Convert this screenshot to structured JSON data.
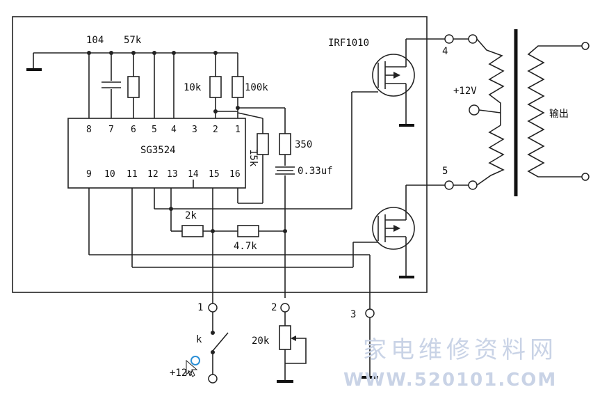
{
  "ic": {
    "name": "SG3524",
    "pins_top": [
      "8",
      "7",
      "6",
      "5",
      "4",
      "3",
      "2",
      "1"
    ],
    "pins_bottom": [
      "9",
      "10",
      "11",
      "12",
      "13",
      "14",
      "15",
      "16"
    ]
  },
  "components": {
    "cap_104": "104",
    "res_57k": "57k",
    "res_10k": "10k",
    "res_100k": "100k",
    "res_15k": "15k",
    "res_350": "350",
    "cap_033": "0.33uf",
    "res_2k": "2k",
    "res_47k": "4.7k",
    "mosfet": "IRF1010",
    "pot_20k": "20k",
    "switch_k": "k"
  },
  "transformer": {
    "center_tap": "+12V",
    "output": "输出"
  },
  "terminals": {
    "t1": "1",
    "t2": "2",
    "t3": "3",
    "t4": "4",
    "t5": "5"
  },
  "supply_label": "+12v",
  "watermark": {
    "chinese": "家电维修资料网",
    "url": "WWW.520101.COM"
  }
}
